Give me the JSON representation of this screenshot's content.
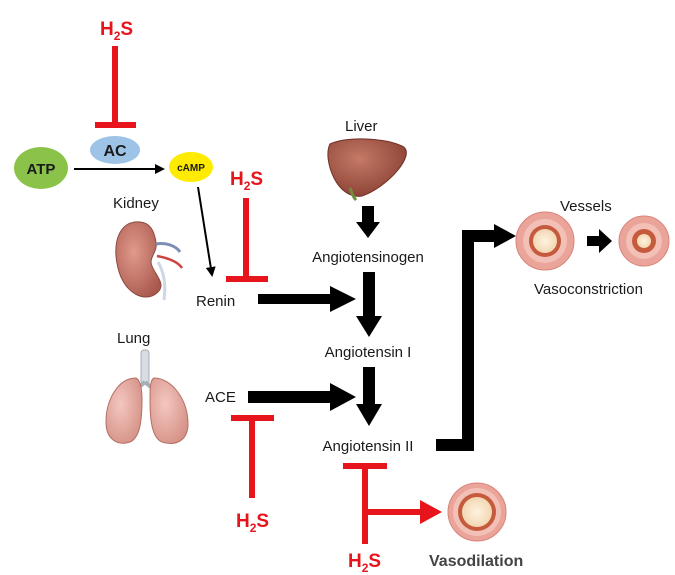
{
  "labels": {
    "atp": "ATP",
    "ac": "AC",
    "camp": "cAMP",
    "kidney": "Kidney",
    "renin": "Renin",
    "lung": "Lung",
    "ace": "ACE",
    "liver": "Liver",
    "angiotensinogen": "Angiotensinogen",
    "angiotensin_1": "Angiotensin I",
    "angiotensin_2": "Angiotensin II",
    "vessels": "Vessels",
    "vasoconstriction": "Vasoconstriction",
    "vasodilation": "Vasodilation"
  },
  "h2s": {
    "main": "H",
    "sub": "2",
    "tail": "S"
  },
  "colors": {
    "inhibitor_red": "#e8141b",
    "atp_green": "#8bc34a",
    "ac_blue": "#9dc3e6",
    "camp_yellow": "#ffeb00",
    "arrow_black": "#000000",
    "liver_brown": "#a85a4a",
    "kidney_brown": "#c8776a",
    "lung_pink": "#e9a9a0",
    "vessel_outer": "#eaa49a",
    "vessel_lumen": "#c65a3c"
  },
  "icons": [
    "liver-icon",
    "kidney-icon",
    "lung-icon",
    "vessel-normal-icon",
    "vessel-constricted-icon",
    "vessel-dilated-icon"
  ]
}
